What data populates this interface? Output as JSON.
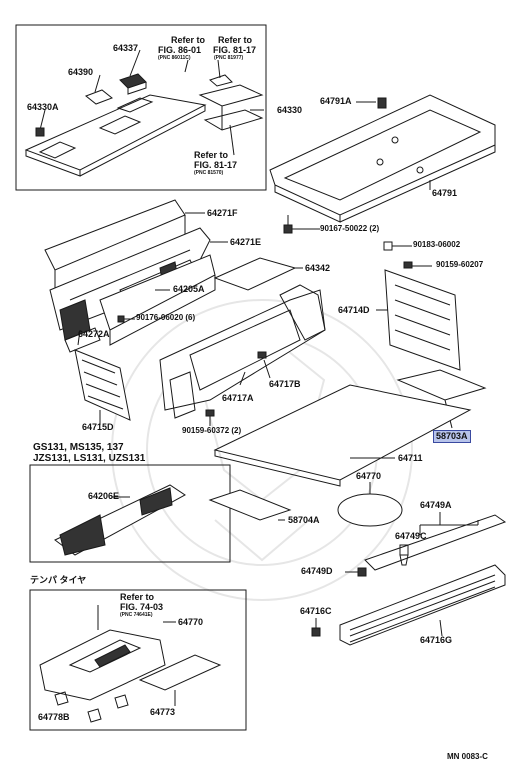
{
  "labels": {
    "p64337": "64337",
    "p64390": "64390",
    "p64330A": "64330A",
    "p64330": "64330",
    "p64791A": "64791A",
    "p64791": "64791",
    "p64271F": "64271F",
    "p64271E": "64271E",
    "p64342": "64342",
    "p64205A": "64205A",
    "p90176": "90176-06020 (6)",
    "p64272A": "64272A",
    "p90167": "90167-50022 (2)",
    "p90183": "90183-06002",
    "p90159a": "90159-60207",
    "p64714D": "64714D",
    "p64717B": "64717B",
    "p64717A": "64717A",
    "p64715D": "64715D",
    "p90159b": "90159-60372 (2)",
    "p58703A": "58703A",
    "p64711": "64711",
    "p64206E": "64206E",
    "p64770a": "64770",
    "p58704A": "58704A",
    "p64749A": "64749A",
    "p64749C": "64749C",
    "p64749D": "64749D",
    "p64716C": "64716C",
    "p64716G": "64716G",
    "p64770b": "64770",
    "p64773": "64773",
    "p64778B": "64778B"
  },
  "refs": {
    "r1_line1": "Refer to",
    "r1_line2": "FIG. 86-01",
    "r1_sub": "(PNC 86011C)",
    "r2_line1": "Refer to",
    "r2_line2": "FIG. 81-17",
    "r2_sub": "(PNC 81977)",
    "r3_line1": "Refer to",
    "r3_line2": "FIG. 81-17",
    "r3_sub": "(PNC 81570)",
    "r4_line1": "Refer to",
    "r4_line2": "FIG. 74-03",
    "r4_sub": "(PNC 74641E)"
  },
  "models": {
    "line1": "GS131, MS135, 137",
    "line2": "JZS131, LS131, UZS131"
  },
  "tempa_tire": "テンパ  タイヤ",
  "diagram_code": "MN 0083-C",
  "highlight_color": "#b7c3ea"
}
